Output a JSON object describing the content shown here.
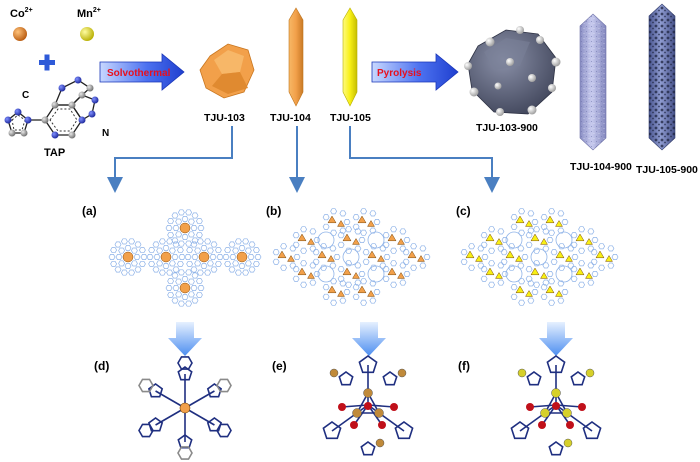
{
  "legend": {
    "co": {
      "label_base": "Co",
      "label_sup": "2+",
      "color": "#d9771c"
    },
    "mn": {
      "label_base": "Mn",
      "label_sup": "2+",
      "color": "#e6e01c"
    }
  },
  "tap": {
    "label": "TAP",
    "atom_c": "C",
    "atom_n": "N"
  },
  "arrows": {
    "solvothermal": "Solvothermal",
    "pyrolysis": "Pyrolysis"
  },
  "crystals": {
    "tju103": "TJU-103",
    "tju104": "TJU-104",
    "tju105": "TJU-105"
  },
  "products": {
    "tju103_900": "TJU-103-900",
    "tju104_900": "TJU-104-900",
    "tju105_900": "TJU-105-900"
  },
  "panels": {
    "a": "(a)",
    "b": "(b)",
    "c": "(c)",
    "d": "(d)",
    "e": "(e)",
    "f": "(f)"
  },
  "colors": {
    "co_crystal": "#f2a04a",
    "mn_crystal": "#f7ef14",
    "arrow_blue": "#2b4fd8",
    "connector": "#4a7fc1",
    "framework": "#8fb3e8",
    "ligand": "#1f2f80",
    "oxygen": "#c0101a",
    "carbon_sphere": "#a0a0a0",
    "nitrogen_sphere": "#3040d0",
    "tju103_900": "#5b6278",
    "tju104_900": "#a9acd8",
    "tju105_900": "#6d7ab0"
  }
}
